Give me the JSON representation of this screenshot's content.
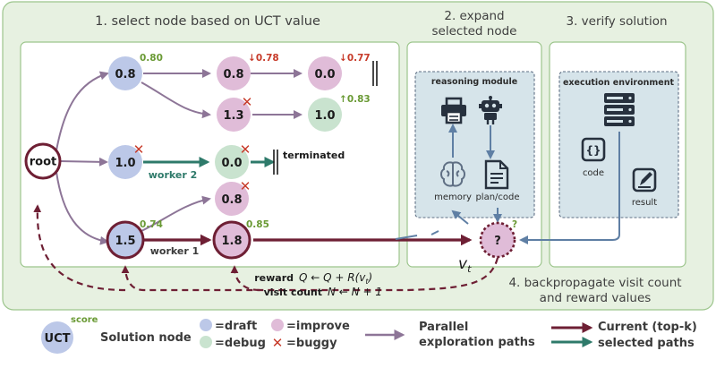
{
  "panels": {
    "select_title": "1. select node based on UCT value",
    "expand_title_line1": "2. expand",
    "expand_title_line2": "selected node",
    "verify_title": "3. verify solution",
    "backprop_line1": "4. backpropagate visit count",
    "backprop_line2": "and reward values"
  },
  "tree": {
    "root_label": "root",
    "nodes": [
      {
        "id": "n1",
        "uct": "0.8",
        "score": "0.80",
        "score_trend": "none",
        "type": "draft",
        "buggy": false,
        "bold": false
      },
      {
        "id": "n2",
        "uct": "0.8",
        "score": "0.78",
        "score_trend": "down",
        "type": "improve",
        "buggy": false,
        "bold": false
      },
      {
        "id": "n3",
        "uct": "0.0",
        "score": "0.77",
        "score_trend": "down",
        "type": "improve",
        "buggy": false,
        "bold": false
      },
      {
        "id": "n4",
        "uct": "1.3",
        "score": "",
        "score_trend": "none",
        "type": "improve",
        "buggy": true,
        "bold": false
      },
      {
        "id": "n5",
        "uct": "1.0",
        "score": "0.83",
        "score_trend": "up",
        "type": "debug",
        "buggy": false,
        "bold": false
      },
      {
        "id": "n6",
        "uct": "1.0",
        "score": "",
        "score_trend": "none",
        "type": "draft",
        "buggy": true,
        "bold": false
      },
      {
        "id": "n7",
        "uct": "0.0",
        "score": "",
        "score_trend": "none",
        "type": "debug",
        "buggy": true,
        "bold": false
      },
      {
        "id": "n8",
        "uct": "0.8",
        "score": "",
        "score_trend": "none",
        "type": "improve",
        "buggy": true,
        "bold": false
      },
      {
        "id": "n9",
        "uct": "1.5",
        "score": "0.74",
        "score_trend": "none",
        "type": "draft",
        "buggy": false,
        "bold": true
      },
      {
        "id": "n10",
        "uct": "1.8",
        "score": "0.85",
        "score_trend": "none",
        "type": "improve",
        "buggy": false,
        "bold": true
      },
      {
        "id": "n11",
        "uct": "?",
        "score": "?",
        "score_trend": "none",
        "type": "improve",
        "buggy": false,
        "bold": true
      }
    ],
    "worker2_label": "worker 2",
    "worker1_label": "worker 1",
    "terminated_label": "terminated",
    "vt_label": "v",
    "vt_sub": "t"
  },
  "reasoning": {
    "title": "reasoning module",
    "memory_label": "memory",
    "plancode_label": "plan/code"
  },
  "execution": {
    "title": "execution environment",
    "code_label": "code",
    "result_label": "result"
  },
  "backprop": {
    "reward_label": "reward",
    "reward_formula": "Q ← Q + R(v",
    "reward_formula_sub": "t",
    "reward_formula_close": ")",
    "visit_label": "visit count",
    "visit_formula": "N ← N + 1"
  },
  "legend": {
    "uct_label": "UCT",
    "score_label": "score",
    "solution_node": "Solution node",
    "draft": "=draft",
    "improve": "=improve",
    "debug": "=debug",
    "buggy": "=buggy",
    "parallel_line1": "Parallel",
    "parallel_line2": "exploration paths",
    "current_line1": "Current (top-k)",
    "current_line2": "selected paths"
  },
  "colors": {
    "panel_fill": "#e7f1e1",
    "panel_stroke": "#9cc58c",
    "draft": "#bcc8e8",
    "improve": "#e0bcd8",
    "debug": "#c9e3cf",
    "purple_path": "#8d7597",
    "current_path": "#6e1f34",
    "teal_path": "#2e7a6a",
    "green_score": "#6a9a35",
    "red": "#c73b2a",
    "inner_fill": "#d6e4ea",
    "blue_arrow": "#5f7fa4",
    "icon_dark": "#27313e"
  }
}
